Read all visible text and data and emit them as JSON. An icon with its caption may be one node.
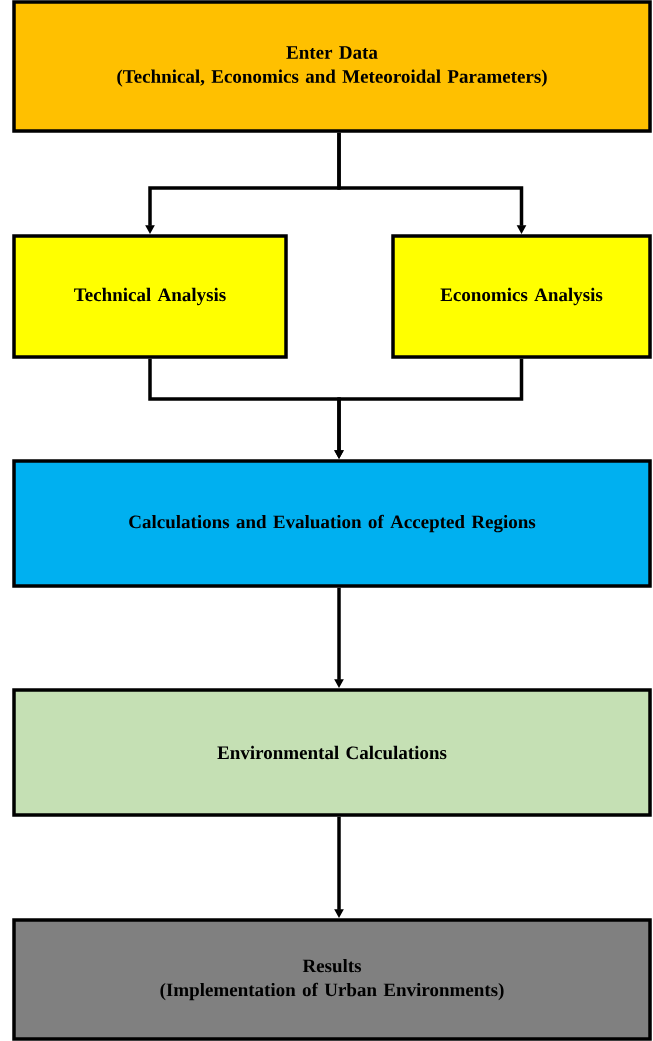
{
  "diagram": {
    "nodes": [
      {
        "text": [
          "Enter Data",
          "(Technical, Economics and Meteoroidal Parameters)"
        ]
      },
      {
        "text": [
          "Technical Analysis"
        ]
      },
      {
        "text": [
          "Economics Analysis"
        ]
      },
      {
        "text": [
          "Calculations and Evaluation of Accepted Regions"
        ]
      },
      {
        "text": [
          "Environmental Calculations"
        ]
      },
      {
        "text": [
          "Results",
          "(Implementation of Urban Environments)"
        ]
      }
    ],
    "edges": [
      {
        "from": 0,
        "to": 1,
        "arrow": "to"
      },
      {
        "from": 0,
        "to": 2,
        "arrow": "to"
      },
      {
        "from": 1,
        "to": 3,
        "arrow": "to"
      },
      {
        "from": 2,
        "to": 3,
        "arrow": "to"
      },
      {
        "from": 3,
        "to": 4,
        "arrow": "to"
      },
      {
        "from": 4,
        "to": 5,
        "arrow": "to"
      }
    ]
  }
}
